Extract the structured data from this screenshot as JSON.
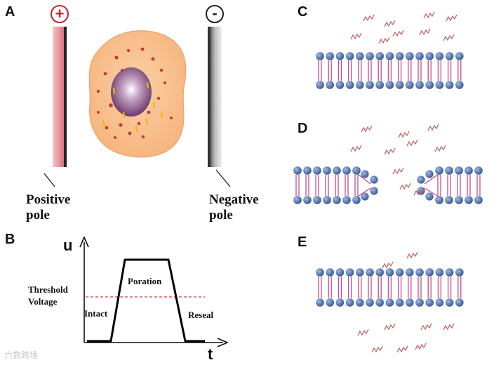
{
  "panels": {
    "a": "A",
    "b": "B",
    "c": "C",
    "d": "D",
    "e": "E"
  },
  "poles": {
    "positive_symbol": "+",
    "negative_symbol": "-",
    "positive_line1": "Positive",
    "positive_line2": "pole",
    "negative_line1": "Negative",
    "negative_line2": "pole"
  },
  "pulse_chart": {
    "y_axis_label": "u",
    "x_axis_label": "t",
    "threshold_line1": "Threshold",
    "threshold_line2": "Voltage",
    "phase_intact": "Intact",
    "phase_poration": "Poration",
    "phase_reseal": "Reseal"
  },
  "watermark": "六数跨境",
  "colors": {
    "positive": "#c0262d",
    "threshold_line": "#d83a3a",
    "lipid_head": "#4a6fb0",
    "lipid_tail": "#c0508a",
    "molecule": "#c25a5a",
    "cell_body": "#f9c190",
    "nucleus": "#7a4a7a"
  }
}
